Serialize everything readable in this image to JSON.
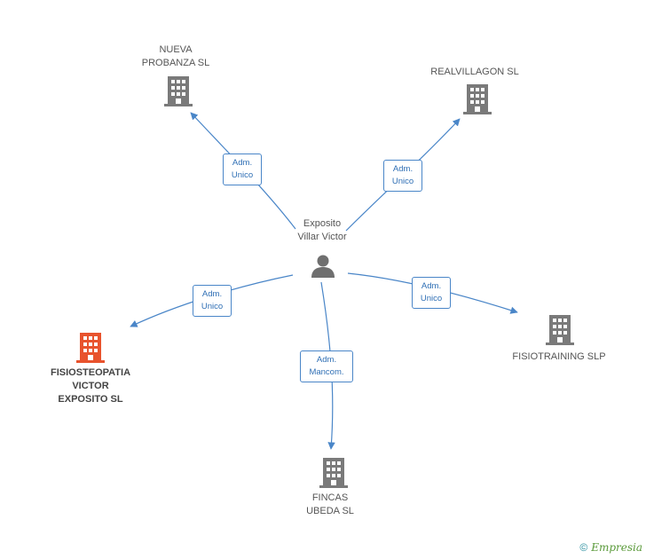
{
  "center": {
    "label": "Exposito\nVillar Victor",
    "icon": "person-icon"
  },
  "companies": [
    {
      "id": "nueva",
      "label": "NUEVA\nPROBANZA SL",
      "icon": "building-icon",
      "highlight": false
    },
    {
      "id": "realvillagon",
      "label": "REALVILLAGON SL",
      "icon": "building-icon",
      "highlight": false
    },
    {
      "id": "fisiosteopatia",
      "label": "FISIOSTEOPATIA\nVICTOR\nEXPOSITO SL",
      "icon": "building-icon",
      "highlight": true
    },
    {
      "id": "fisiotraining",
      "label": "FISIOTRAINING SLP",
      "icon": "building-icon",
      "highlight": false
    },
    {
      "id": "fincas",
      "label": "FINCAS\nUBEDA SL",
      "icon": "building-icon",
      "highlight": false
    }
  ],
  "relations": [
    {
      "target": "nueva",
      "label": "Adm.\nUnico"
    },
    {
      "target": "realvillagon",
      "label": "Adm.\nUnico"
    },
    {
      "target": "fisiosteopatia",
      "label": "Adm.\nUnico"
    },
    {
      "target": "fisiotraining",
      "label": "Adm.\nUnico"
    },
    {
      "target": "fincas",
      "label": "Adm.\nMancom."
    }
  ],
  "colors": {
    "edge": "#4a86c8",
    "building": "#7a7a7a",
    "building_highlight": "#e8532d",
    "person": "#6f6f6f"
  },
  "footer": {
    "copyright": "©",
    "brand": "Empresia"
  }
}
